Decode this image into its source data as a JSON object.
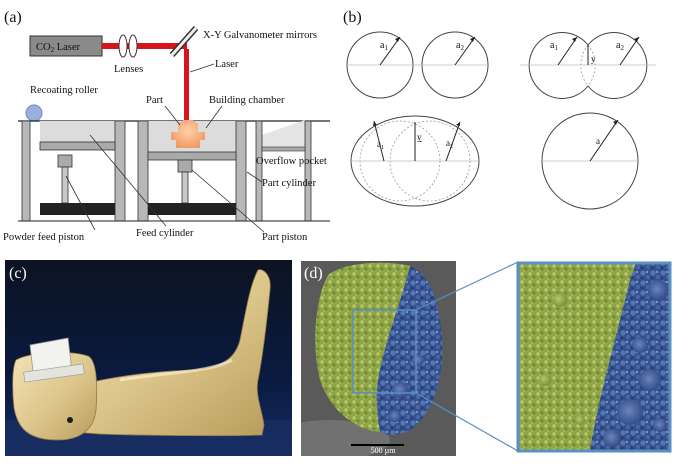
{
  "panel_a": {
    "panel_label": "(a)",
    "co2_laser": "CO",
    "co2_sub": "2",
    "co2_suffix": " Laser",
    "lenses": "Lenses",
    "galvo": "X-Y Galvanometer mirrors",
    "laser": "Laser",
    "recoating_roller": "Recoating roller",
    "part": "Part",
    "building_chamber": "Building chamber",
    "overflow_pocket": "Overflow pocket",
    "part_cylinder": "Part cylinder",
    "powder_feed_piston": "Powder feed piston",
    "feed_cylinder": "Feed cylinder",
    "part_piston": "Part piston"
  },
  "panel_b": {
    "panel_label": "(b)",
    "a1": "a",
    "a1_sub": "1",
    "a2": "a",
    "a2_sub": "2",
    "y": "y",
    "a": "a"
  },
  "panel_c": {
    "panel_label": "(c)"
  },
  "panel_d": {
    "panel_label": "(d)",
    "scale_bar": "500 µm"
  },
  "colors": {
    "laser_red": "#d8141c",
    "laser_box": "#8a8a8a",
    "powder_bed": "#dcdcdc",
    "part_orange": "#f0a070",
    "roller_blue": "#9ab0dd",
    "green_particles": "#8ea446",
    "blue_particles": "#3d5a96",
    "frame_blue": "#5a8fc2"
  }
}
